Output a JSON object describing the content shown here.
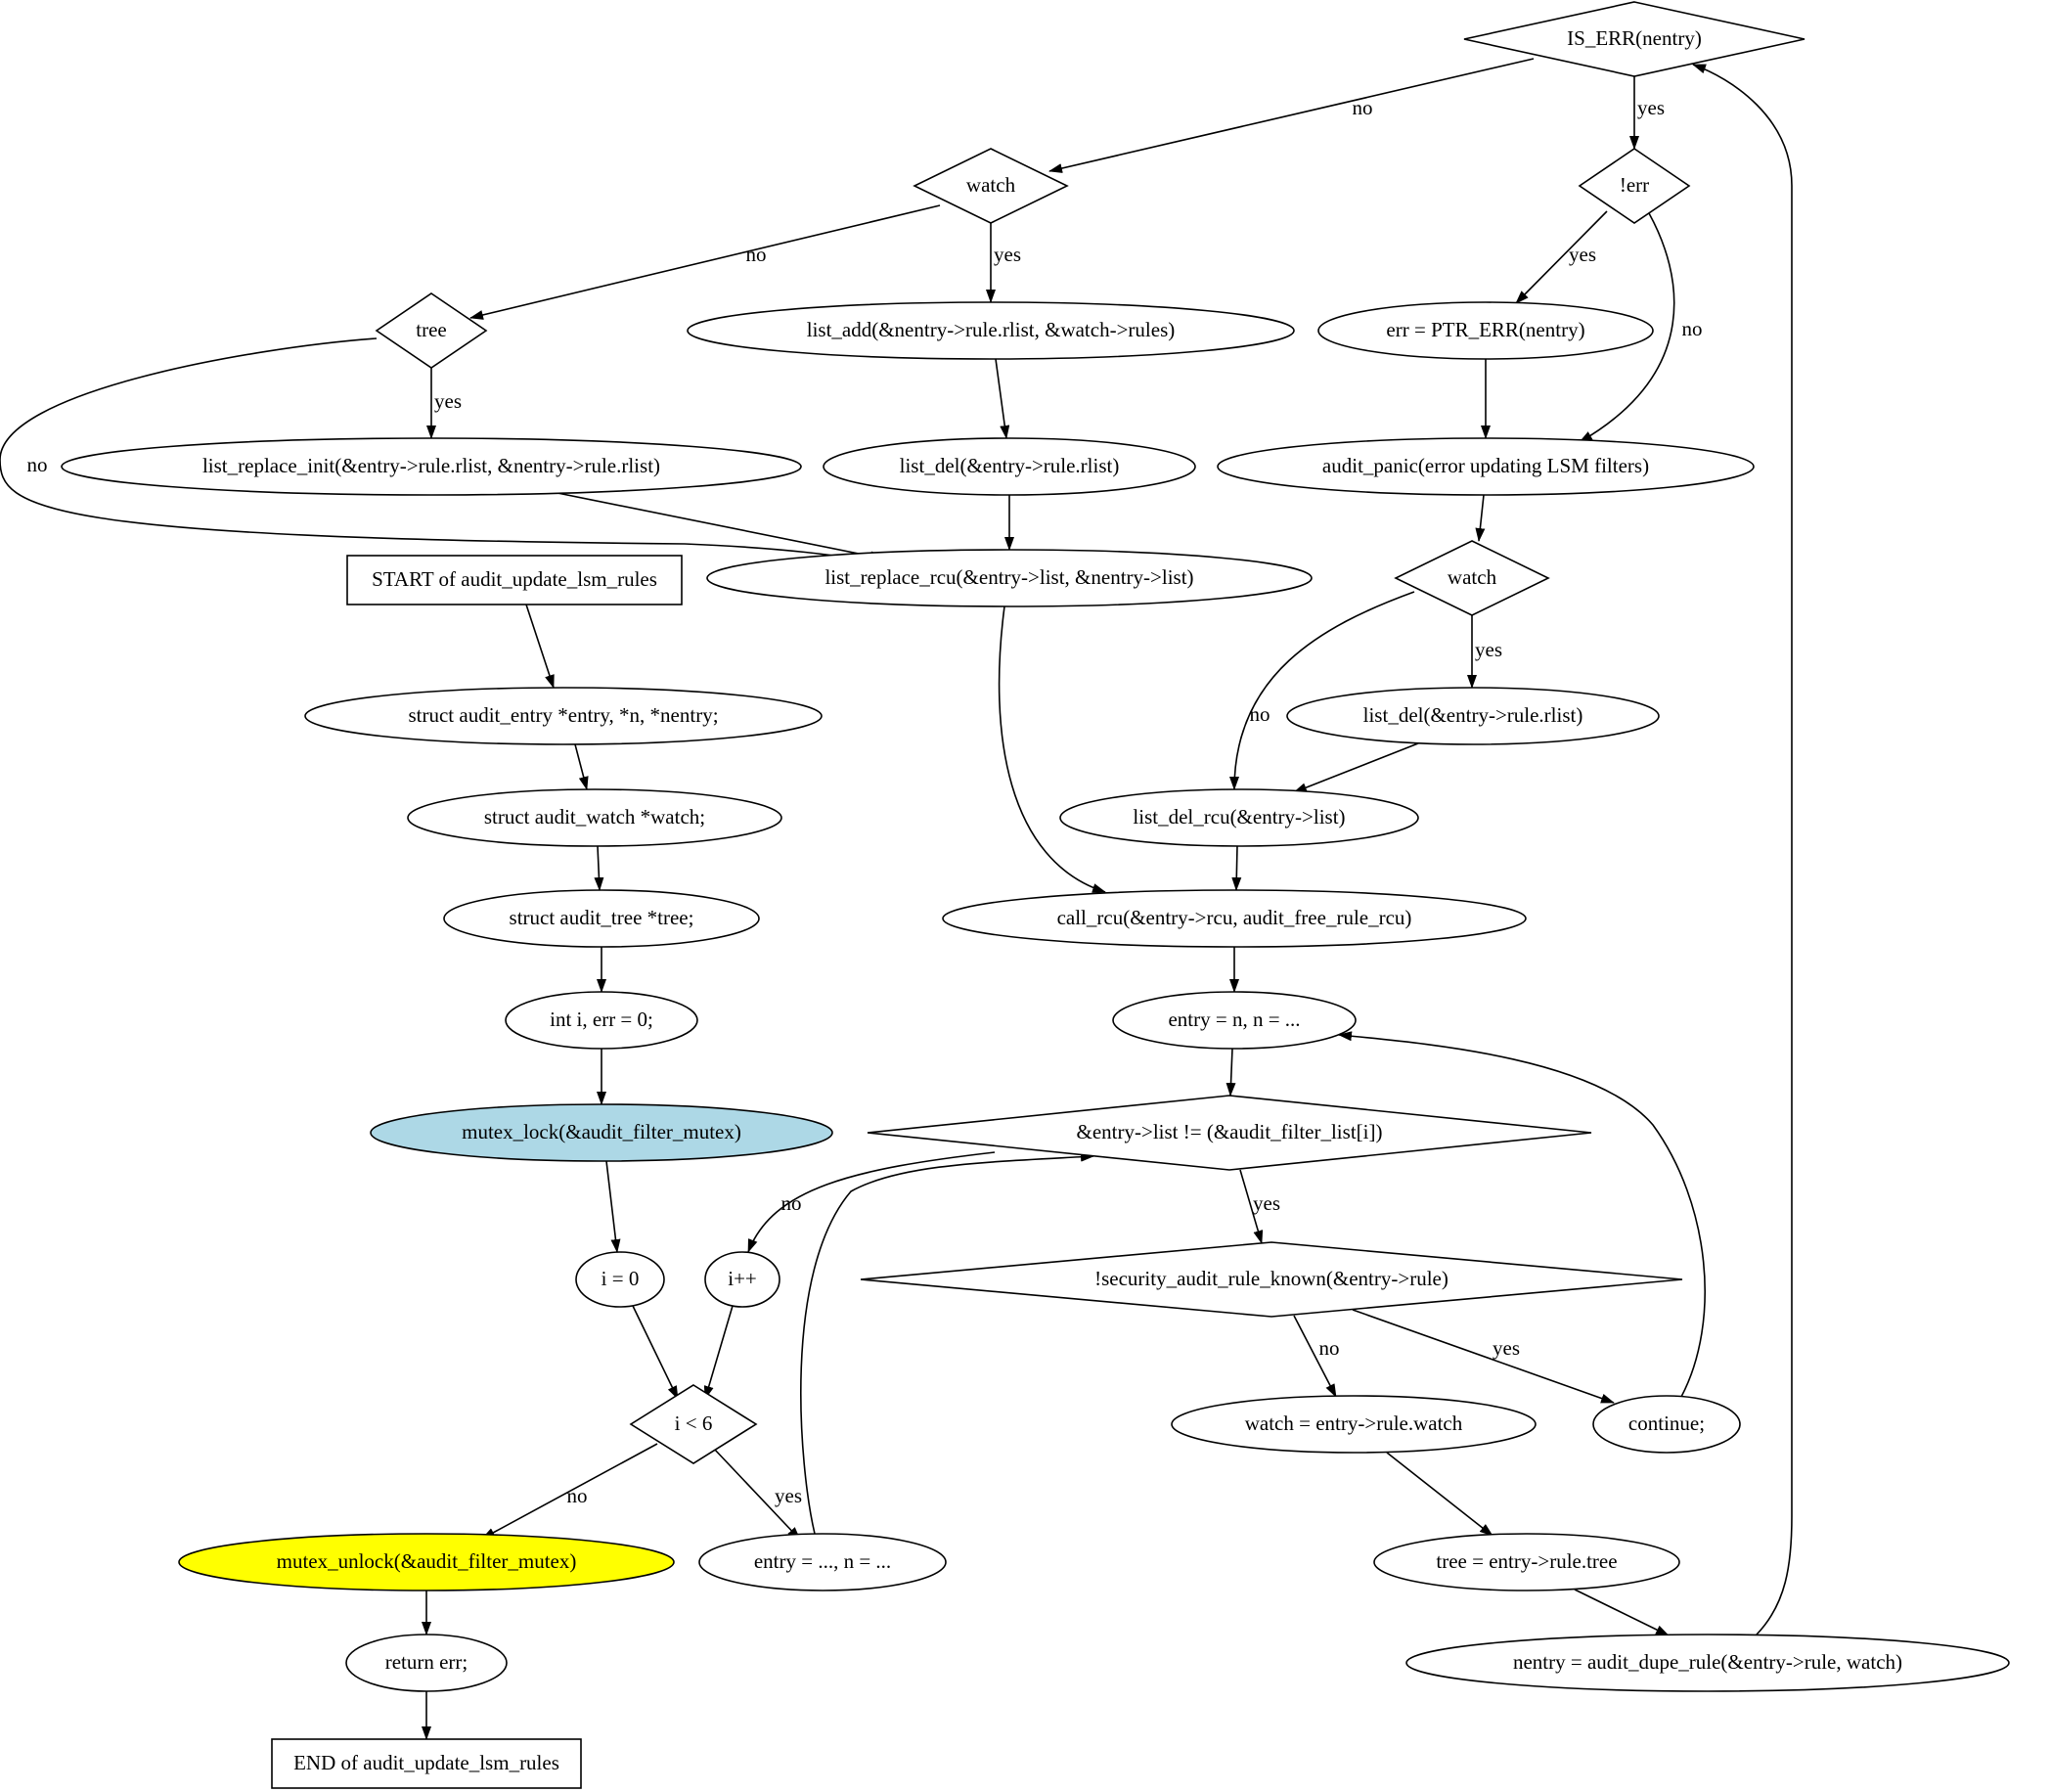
{
  "nodes": {
    "start": {
      "label": "START of audit_update_lsm_rules",
      "shape": "box",
      "fill": "#ffffff"
    },
    "decl_entry": {
      "label": "struct audit_entry *entry, *n, *nentry;",
      "shape": "ellipse",
      "fill": "#ffffff"
    },
    "decl_watch": {
      "label": "struct audit_watch *watch;",
      "shape": "ellipse",
      "fill": "#ffffff"
    },
    "decl_tree": {
      "label": "struct audit_tree *tree;",
      "shape": "ellipse",
      "fill": "#ffffff"
    },
    "decl_int": {
      "label": "int i, err = 0;",
      "shape": "ellipse",
      "fill": "#ffffff"
    },
    "mutex_lock": {
      "label": "mutex_lock(&audit_filter_mutex)",
      "shape": "ellipse",
      "fill": "#add8e6"
    },
    "i_init": {
      "label": "i = 0",
      "shape": "ellipse",
      "fill": "#ffffff"
    },
    "i_inc": {
      "label": "i++",
      "shape": "ellipse",
      "fill": "#ffffff"
    },
    "i_cond": {
      "label": "i < 6",
      "shape": "diamond",
      "fill": "#ffffff"
    },
    "mutex_unlock": {
      "label": "mutex_unlock(&audit_filter_mutex)",
      "shape": "ellipse",
      "fill": "#ffff00"
    },
    "return_err": {
      "label": "return err;",
      "shape": "ellipse",
      "fill": "#ffffff"
    },
    "end": {
      "label": "END of audit_update_lsm_rules",
      "shape": "box",
      "fill": "#ffffff"
    },
    "entry_init": {
      "label": "entry = ..., n = ...",
      "shape": "ellipse",
      "fill": "#ffffff"
    },
    "list_cond": {
      "label": "&entry->list != (&audit_filter_list[i])",
      "shape": "diamond",
      "fill": "#ffffff"
    },
    "rule_known": {
      "label": "!security_audit_rule_known(&entry->rule)",
      "shape": "diamond",
      "fill": "#ffffff"
    },
    "continue": {
      "label": "continue;",
      "shape": "ellipse",
      "fill": "#ffffff"
    },
    "watch_assign": {
      "label": "watch = entry->rule.watch",
      "shape": "ellipse",
      "fill": "#ffffff"
    },
    "tree_assign": {
      "label": "tree = entry->rule.tree",
      "shape": "ellipse",
      "fill": "#ffffff"
    },
    "nentry_assign": {
      "label": "nentry = audit_dupe_rule(&entry->rule, watch)",
      "shape": "ellipse",
      "fill": "#ffffff"
    },
    "is_err": {
      "label": "IS_ERR(nentry)",
      "shape": "diamond",
      "fill": "#ffffff"
    },
    "not_err": {
      "label": "!err",
      "shape": "diamond",
      "fill": "#ffffff"
    },
    "err_assign": {
      "label": "err = PTR_ERR(nentry)",
      "shape": "ellipse",
      "fill": "#ffffff"
    },
    "audit_panic": {
      "label": "audit_panic(error updating LSM filters)",
      "shape": "ellipse",
      "fill": "#ffffff"
    },
    "watch_cond2": {
      "label": "watch",
      "shape": "diamond",
      "fill": "#ffffff"
    },
    "list_del_rlist2": {
      "label": "list_del(&entry->rule.rlist)",
      "shape": "ellipse",
      "fill": "#ffffff"
    },
    "list_del_rcu": {
      "label": "list_del_rcu(&entry->list)",
      "shape": "ellipse",
      "fill": "#ffffff"
    },
    "call_rcu": {
      "label": "call_rcu(&entry->rcu, audit_free_rule_rcu)",
      "shape": "ellipse",
      "fill": "#ffffff"
    },
    "entry_next": {
      "label": "entry = n, n = ...",
      "shape": "ellipse",
      "fill": "#ffffff"
    },
    "watch_cond1": {
      "label": "watch",
      "shape": "diamond",
      "fill": "#ffffff"
    },
    "list_add": {
      "label": "list_add(&nentry->rule.rlist, &watch->rules)",
      "shape": "ellipse",
      "fill": "#ffffff"
    },
    "list_del_rlist1": {
      "label": "list_del(&entry->rule.rlist)",
      "shape": "ellipse",
      "fill": "#ffffff"
    },
    "tree_cond": {
      "label": "tree",
      "shape": "diamond",
      "fill": "#ffffff"
    },
    "list_replace_init": {
      "label": "list_replace_init(&entry->rule.rlist, &nentry->rule.rlist)",
      "shape": "ellipse",
      "fill": "#ffffff"
    },
    "list_replace_rcu": {
      "label": "list_replace_rcu(&entry->list, &nentry->list)",
      "shape": "ellipse",
      "fill": "#ffffff"
    }
  },
  "edges": [
    {
      "from": "start",
      "to": "decl_entry",
      "label": ""
    },
    {
      "from": "decl_entry",
      "to": "decl_watch",
      "label": ""
    },
    {
      "from": "decl_watch",
      "to": "decl_tree",
      "label": ""
    },
    {
      "from": "decl_tree",
      "to": "decl_int",
      "label": ""
    },
    {
      "from": "decl_int",
      "to": "mutex_lock",
      "label": ""
    },
    {
      "from": "mutex_lock",
      "to": "i_init",
      "label": ""
    },
    {
      "from": "i_init",
      "to": "i_cond",
      "label": ""
    },
    {
      "from": "i_inc",
      "to": "i_cond",
      "label": ""
    },
    {
      "from": "i_cond",
      "to": "mutex_unlock",
      "label": "no"
    },
    {
      "from": "i_cond",
      "to": "entry_init",
      "label": "yes"
    },
    {
      "from": "mutex_unlock",
      "to": "return_err",
      "label": ""
    },
    {
      "from": "return_err",
      "to": "end",
      "label": ""
    },
    {
      "from": "entry_init",
      "to": "list_cond",
      "label": ""
    },
    {
      "from": "list_cond",
      "to": "i_inc",
      "label": "no"
    },
    {
      "from": "list_cond",
      "to": "rule_known",
      "label": "yes"
    },
    {
      "from": "rule_known",
      "to": "watch_assign",
      "label": "no"
    },
    {
      "from": "rule_known",
      "to": "continue",
      "label": "yes"
    },
    {
      "from": "continue",
      "to": "entry_next",
      "label": ""
    },
    {
      "from": "watch_assign",
      "to": "tree_assign",
      "label": ""
    },
    {
      "from": "tree_assign",
      "to": "nentry_assign",
      "label": ""
    },
    {
      "from": "nentry_assign",
      "to": "is_err",
      "label": ""
    },
    {
      "from": "is_err",
      "to": "not_err",
      "label": "yes"
    },
    {
      "from": "is_err",
      "to": "watch_cond1",
      "label": "no"
    },
    {
      "from": "not_err",
      "to": "err_assign",
      "label": "yes"
    },
    {
      "from": "not_err",
      "to": "audit_panic",
      "label": "no"
    },
    {
      "from": "err_assign",
      "to": "audit_panic",
      "label": ""
    },
    {
      "from": "audit_panic",
      "to": "watch_cond2",
      "label": ""
    },
    {
      "from": "watch_cond2",
      "to": "list_del_rlist2",
      "label": "yes"
    },
    {
      "from": "watch_cond2",
      "to": "list_del_rcu",
      "label": "no"
    },
    {
      "from": "list_del_rlist2",
      "to": "list_del_rcu",
      "label": ""
    },
    {
      "from": "list_del_rcu",
      "to": "call_rcu",
      "label": ""
    },
    {
      "from": "call_rcu",
      "to": "entry_next",
      "label": ""
    },
    {
      "from": "entry_next",
      "to": "list_cond",
      "label": ""
    },
    {
      "from": "watch_cond1",
      "to": "list_add",
      "label": "yes"
    },
    {
      "from": "watch_cond1",
      "to": "tree_cond",
      "label": "no"
    },
    {
      "from": "list_add",
      "to": "list_del_rlist1",
      "label": ""
    },
    {
      "from": "list_del_rlist1",
      "to": "list_replace_rcu",
      "label": ""
    },
    {
      "from": "tree_cond",
      "to": "list_replace_init",
      "label": "yes"
    },
    {
      "from": "tree_cond",
      "to": "list_replace_rcu",
      "label": "no"
    },
    {
      "from": "list_replace_init",
      "to": "list_replace_rcu",
      "label": ""
    },
    {
      "from": "list_replace_rcu",
      "to": "call_rcu",
      "label": ""
    }
  ]
}
